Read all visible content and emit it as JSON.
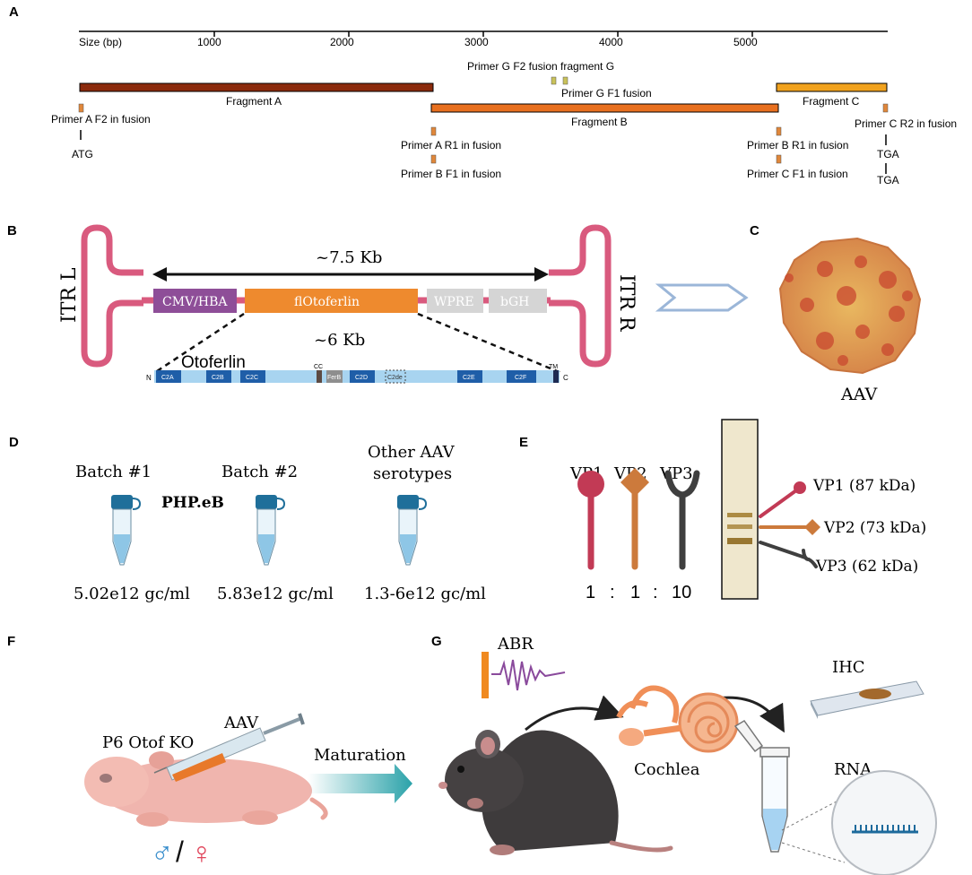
{
  "panel_labels": {
    "a": "A",
    "b": "B",
    "c": "C",
    "d": "D",
    "e": "E",
    "f": "F",
    "g": "G"
  },
  "panel_a": {
    "size_label": "Size (bp)",
    "ticks": [
      "1000",
      "2000",
      "3000",
      "4000",
      "5000"
    ],
    "fragments": {
      "a": "Fragment A",
      "b": "Fragment B",
      "c": "Fragment C"
    },
    "primers": {
      "g_f2": "Primer G F2 fusion fragment G",
      "g_f1": "Primer G F1 fusion",
      "a_f2": "Primer A F2 in fusion",
      "a_r1": "Primer A R1 in fusion",
      "b_f1": "Primer B F1 in fusion",
      "b_r1": "Primer B R1 in fusion",
      "c_f1": "Primer C F1 in fusion",
      "c_r2": "Primer C R2 in fusion"
    },
    "codons": {
      "atg": "ATG",
      "tga1": "TGA",
      "tga2": "TGA"
    }
  },
  "panel_b": {
    "itr_l": "ITR L",
    "itr_r": "ITR R",
    "length_total": "~7.5 Kb",
    "length_otof": "~6 Kb",
    "elements": {
      "promoter": "CMV/HBA",
      "gene": "flOtoferlin",
      "wpre": "WPRE",
      "bgh": "bGH"
    },
    "protein_name": "Otoferlin",
    "n_term": "N",
    "c_term": "C",
    "domains": [
      "C2A",
      "C2B",
      "C2C",
      "FerB",
      "C2D",
      "C2de",
      "C2E",
      "C2F"
    ],
    "cc": "CC",
    "tm": "TM"
  },
  "panel_c": {
    "label": "AAV"
  },
  "panel_d": {
    "batch1": "Batch #1",
    "batch2": "Batch #2",
    "serotype": "PHP.eB",
    "other": [
      "Other AAV",
      "serotypes"
    ],
    "titers": [
      "5.02e12 gc/ml",
      "5.83e12 gc/ml",
      "1.3-6e12 gc/ml"
    ]
  },
  "panel_e": {
    "vp": [
      "VP1",
      "VP2",
      "VP3"
    ],
    "ratio": [
      "1",
      ":",
      "1",
      ":",
      "10"
    ],
    "bands": [
      "VP1 (87 kDa)",
      "VP2 (73 kDa)",
      "VP3 (62 kDa)"
    ]
  },
  "panel_f": {
    "mouse": "P6 Otof KO",
    "aav": "AAV",
    "maturation": "Maturation",
    "sexes": [
      "♂",
      "/",
      "♀"
    ]
  },
  "panel_g": {
    "abr": "ABR",
    "cochlea": "Cochlea",
    "ihc": "IHC",
    "rna": "RNA"
  },
  "colors": {
    "frag_a": "#8b2a0c",
    "frag_b": "#e8701f",
    "frag_c": "#f1a21e",
    "primer": "#e0873a",
    "itr": "#d95a7e",
    "promoter": "#8e4e98",
    "gene": "#ee8a2e",
    "element_gray": "#d5d5d5",
    "protein": "#a8d4f0",
    "domain": "#1f5ea8",
    "vp1": "#c23a55",
    "vp2": "#cc7a3c",
    "vp3": "#3f3f3f",
    "tube_cap": "#1f6f9a",
    "arrow_teal": "#2aa2a9"
  }
}
